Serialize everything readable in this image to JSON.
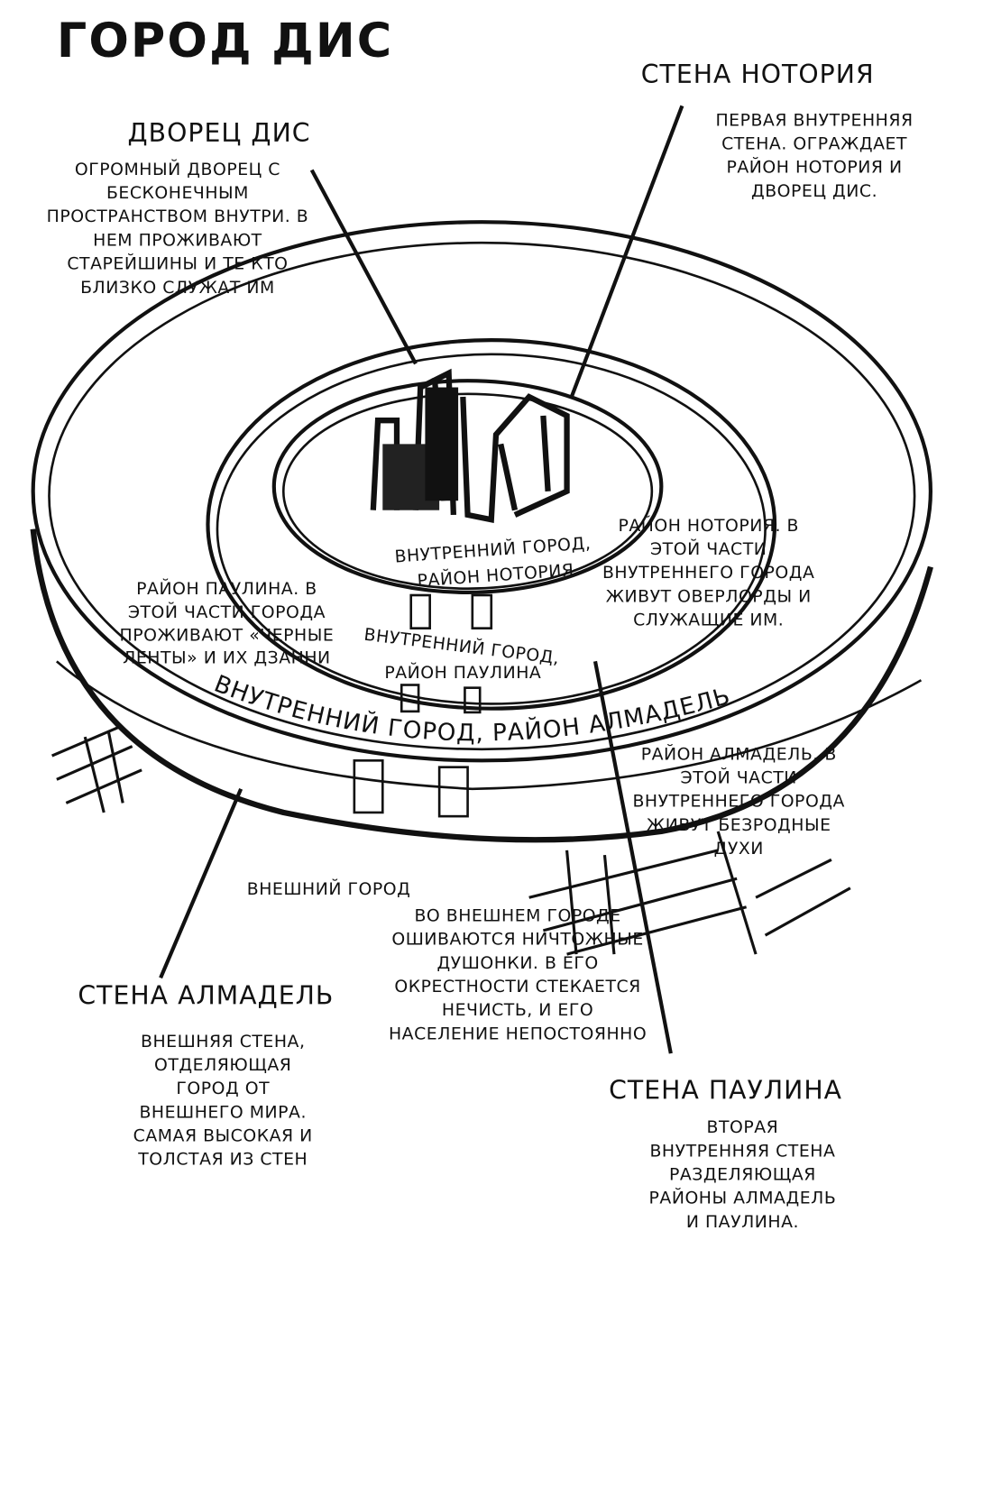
{
  "title": "Город Дис",
  "palace": {
    "heading": "Дворец Дис",
    "lines": [
      "Огромный дворец с",
      "бесконечным",
      "пространством внутри. В",
      "нем проживают",
      "старейшины и те кто",
      "близко служат им"
    ]
  },
  "wall_notoria": {
    "heading": "Стена Нотория",
    "lines": [
      "Первая внутренняя",
      "стена. Ограждает",
      "район Нотория и",
      "дворец Дис."
    ]
  },
  "district_notoria_label": [
    "Внутренний город,",
    "район Нотория"
  ],
  "district_notoria_desc": [
    "Район Нотория. В",
    "этой части",
    "внутреннего города",
    "живут оверлорды и",
    "служащие им."
  ],
  "district_paulina_desc": [
    "Район Паулина. В",
    "этой части города",
    "проживают «черные",
    "ленты» и их дзанни"
  ],
  "district_paulina_label": [
    "Внутренний город,",
    "район Паулина"
  ],
  "district_almadel_label": "Внутренний город, район Алмадель",
  "district_almadel_desc": [
    "Район Алмадель. В",
    "этой части",
    "внутреннего города",
    "живут безродные",
    "духи"
  ],
  "outer_city": {
    "label": "Внешний город",
    "lines": [
      "Во внешнем городе",
      "ошиваются ничтожные",
      "душонки. В его",
      "окрестности стекается",
      "нечисть, и его",
      "население непостоянно"
    ]
  },
  "wall_almadel": {
    "heading": "Стена Алмадель",
    "lines": [
      "Внешняя стена,",
      "отделяющая",
      "город от",
      "внешнего мира.",
      "Самая высокая и",
      "толстая из стен"
    ]
  },
  "wall_paulina": {
    "heading": "Стена Паулина",
    "lines": [
      "Вторая",
      "внутренняя стена",
      "разделяющая",
      "районы Алмадель",
      "и Паулина."
    ]
  }
}
